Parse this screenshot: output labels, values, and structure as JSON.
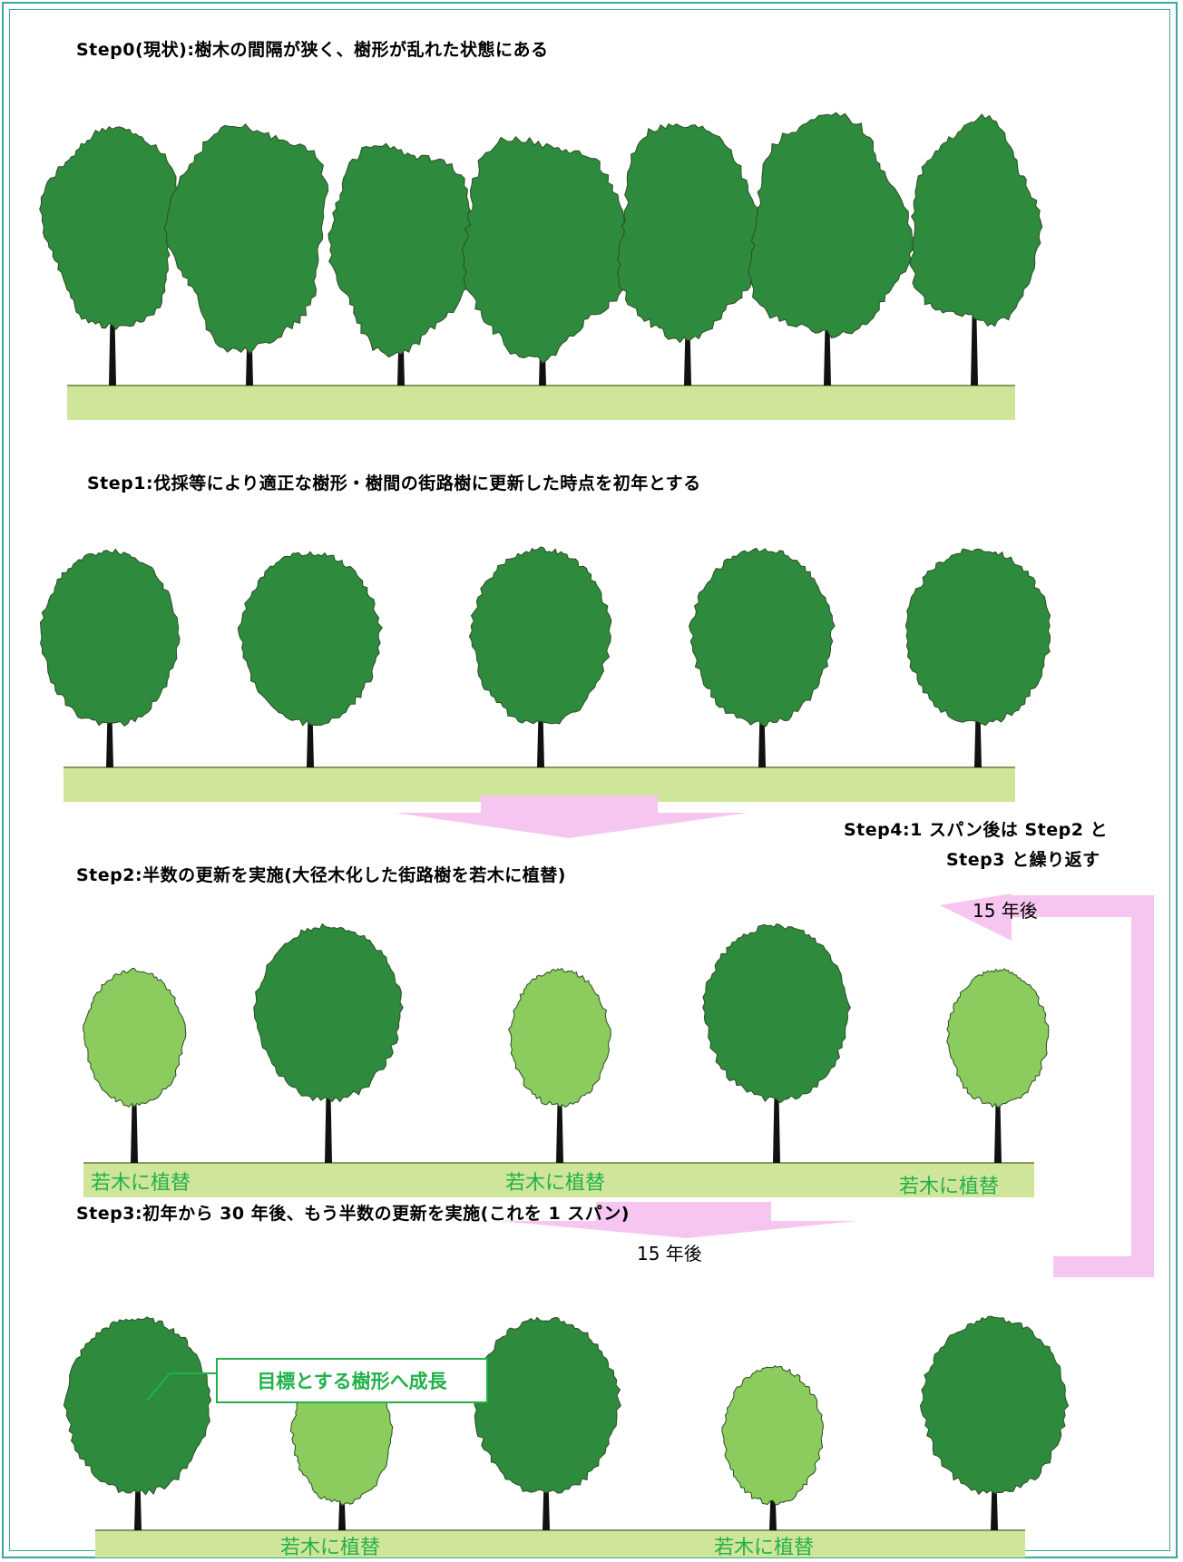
{
  "steps": {
    "step0": "Step0(現状):樹木の間隔が狭く、樹形が乱れた状態にある",
    "step1": "Step1:伐採等により適正な樹形・樹間の街路樹に更新した時点を初年とする",
    "step2": "Step2:半数の更新を実施(大径木化した街路樹を若木に植替)",
    "step3": "Step3:初年から 30 年後、もう半数の更新を実施(これを 1 スパン)",
    "step4_line1": "Step4:1 スパン後は Step2 と",
    "step4_line2": "Step3 と繰り返す"
  },
  "labels": {
    "replant": "若木に植替",
    "after15": "15 年後",
    "goal": "目標とする樹形へ成長"
  },
  "colors": {
    "mature_tree": "#2e8b3e",
    "young_tree": "#8ccb5e",
    "ground": "#cfe59a",
    "arrow": "#f7c6f0",
    "label_green": "#22b14c",
    "frame": "#3aa6a0"
  }
}
